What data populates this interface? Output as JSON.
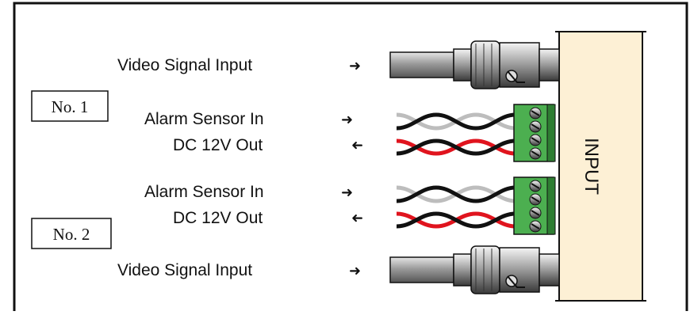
{
  "unit_label": "INPUT",
  "channels": [
    {
      "badge": "No. 1",
      "video_label": "Video Signal Input",
      "alarm_label": "Alarm Sensor In",
      "dc_label": "DC 12V Out"
    },
    {
      "badge": "No. 2",
      "video_label": "Video Signal Input",
      "alarm_label": "Alarm Sensor In",
      "dc_label": "DC 12V Out"
    }
  ],
  "icons": {
    "arrow_in": "right-arrow-icon",
    "arrow_out": "left-arrow-icon",
    "bnc": "bnc-connector-icon",
    "terminal": "terminal-block-icon"
  },
  "colors": {
    "wire_gray": "#bdbdbd",
    "wire_black": "#111111",
    "wire_red": "#e0141e",
    "terminal_green": "#4caf50",
    "unit_fill": "#fdf0d5"
  }
}
